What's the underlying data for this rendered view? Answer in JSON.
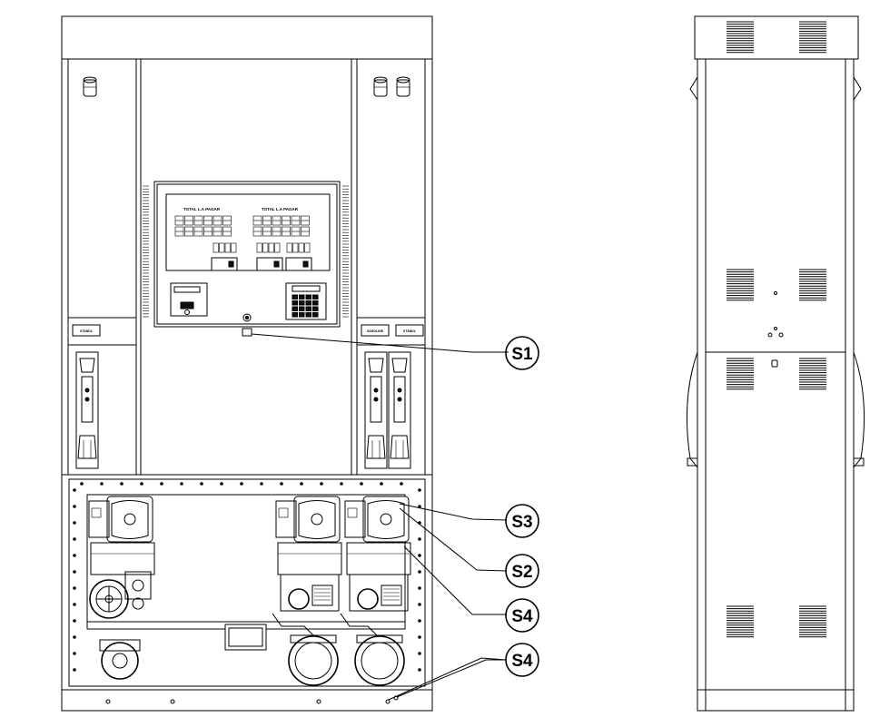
{
  "callouts": {
    "s1": "S1",
    "s2": "S2",
    "s3": "S3",
    "s4a": "S4",
    "s4b": "S4"
  },
  "display_panel": {
    "left_total_label": "TOTAL L.A PAGAR",
    "right_total_label": "TOTAL L.A PAGAR"
  },
  "buttons": {
    "left_nozzle_label": "STANDL",
    "right_nozzle_label": "STANDL",
    "right_hose_label": "SANOLINE"
  },
  "colors": {
    "line": "#000000",
    "background": "#ffffff"
  }
}
